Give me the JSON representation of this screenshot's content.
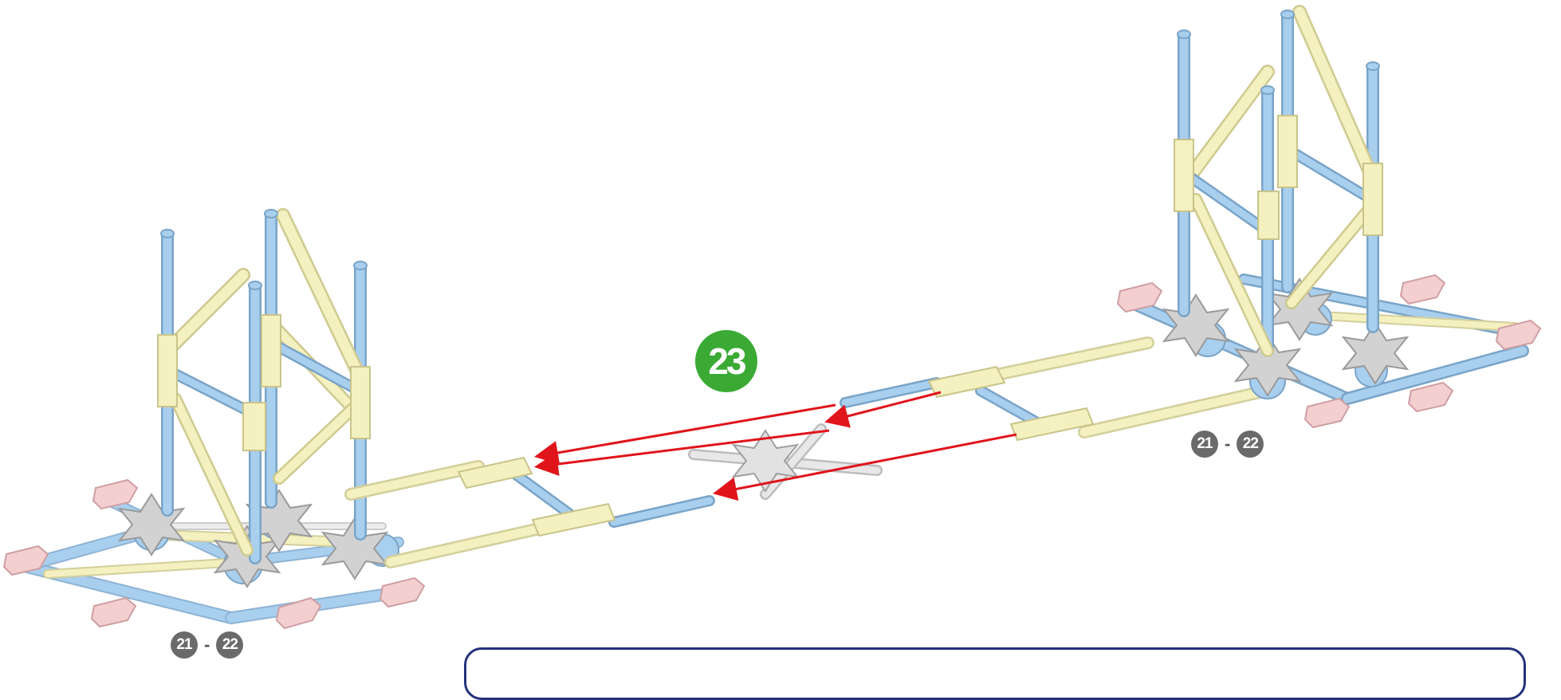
{
  "step": {
    "number": "23"
  },
  "references": [
    {
      "from": "21",
      "separator": "-",
      "to": "22"
    },
    {
      "from": "21",
      "separator": "-",
      "to": "22"
    }
  ],
  "colors": {
    "rod_blue": "#a9cfee",
    "rod_yellow": "#f4f0bf",
    "connector_pink": "#f3cfd0",
    "connector_gray": "#d2d2d2",
    "arrow_red": "#e0141b",
    "step_badge_green": "#3aaa35",
    "ref_badge_gray": "#6a6a6a",
    "note_border_navy": "#23327a"
  }
}
